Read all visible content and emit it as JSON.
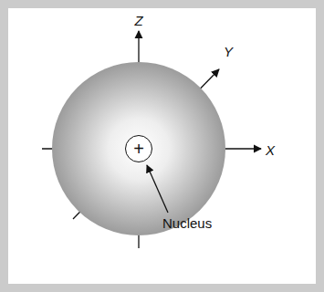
{
  "diagram": {
    "nodes": [
      {
        "text": [
          "+"
        ]
      }
    ],
    "labels": [
      "Z",
      "Y",
      "X",
      "Nucleus"
    ]
  }
}
